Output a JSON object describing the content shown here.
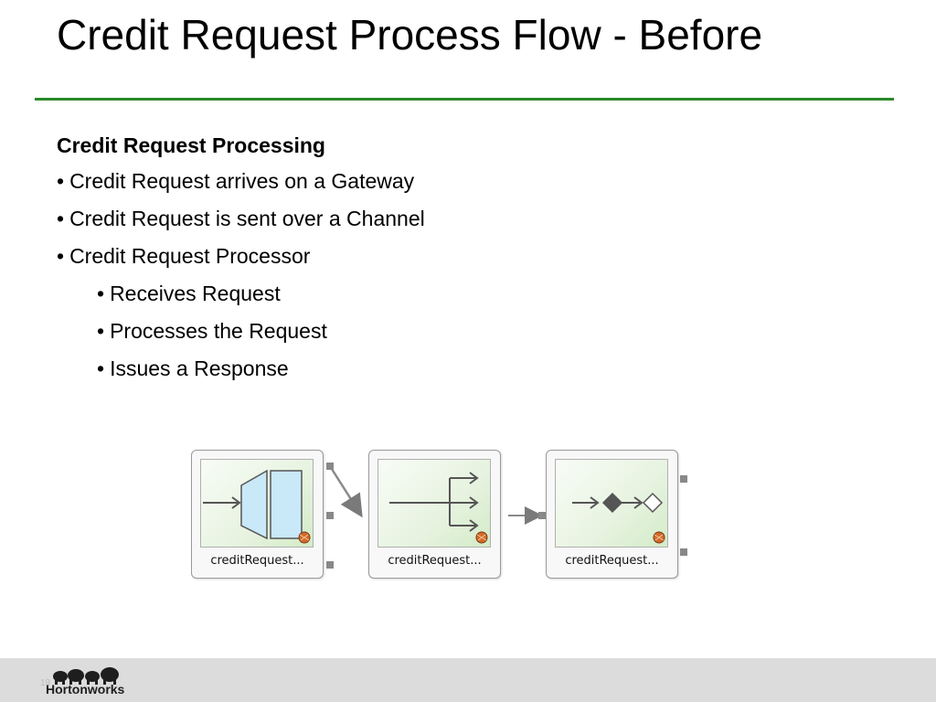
{
  "slide": {
    "title": "Credit Request Process Flow - Before",
    "heading": "Credit Request Processing",
    "bullets": [
      "Credit Request arrives on a Gateway",
      "Credit Request is sent over a Channel",
      "Credit Request Processor"
    ],
    "sub_bullets": [
      "Receives Request",
      "Processes the Request",
      "Issues a Response"
    ],
    "bullet_glyph": "•"
  },
  "diagram": {
    "nodes": [
      {
        "label": "creditRequest...",
        "icon": "gateway-icon"
      },
      {
        "label": "creditRequest...",
        "icon": "channel-icon"
      },
      {
        "label": "creditRequest...",
        "icon": "service-activator-icon"
      }
    ]
  },
  "footer": {
    "brand": "Hortonworks",
    "page_number": "19"
  },
  "colors": {
    "title_rule": "#2a8a2a",
    "footer_band": "#dcdcdc",
    "gateway_fill": "#c9e8f8",
    "icon_stroke": "#555555"
  }
}
